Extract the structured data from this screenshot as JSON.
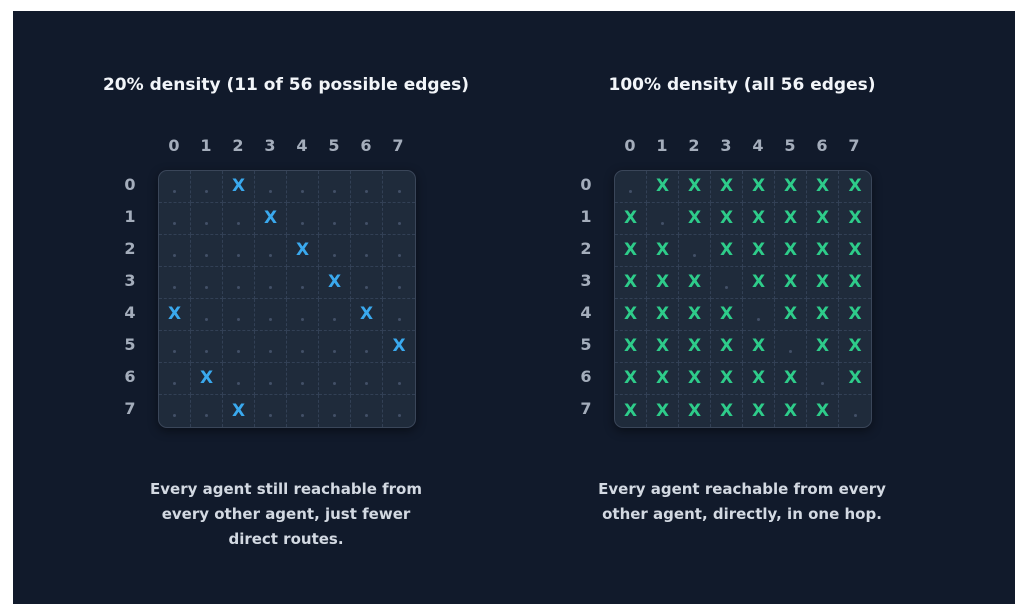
{
  "left": {
    "title": "20% density (11 of 56 possible edges)",
    "caption": "Every agent still reachable from every other agent, just fewer direct routes.",
    "mark": "X",
    "mark_color": "#3aa9ee",
    "edges": [
      [
        0,
        2
      ],
      [
        1,
        3
      ],
      [
        2,
        4
      ],
      [
        3,
        5
      ],
      [
        4,
        0
      ],
      [
        4,
        6
      ],
      [
        5,
        7
      ],
      [
        6,
        1
      ],
      [
        7,
        2
      ]
    ]
  },
  "right": {
    "title": "100% density (all 56 edges)",
    "caption": "Every agent reachable from every other agent, directly, in one hop.",
    "mark": "X",
    "mark_color": "#2ecc8a",
    "edges": "all-off-diagonal"
  },
  "labels": [
    "0",
    "1",
    "2",
    "3",
    "4",
    "5",
    "6",
    "7"
  ],
  "colors": {
    "background": "#111a2b",
    "grid": "#1f2b3b",
    "header_text": "#a4adbb"
  }
}
